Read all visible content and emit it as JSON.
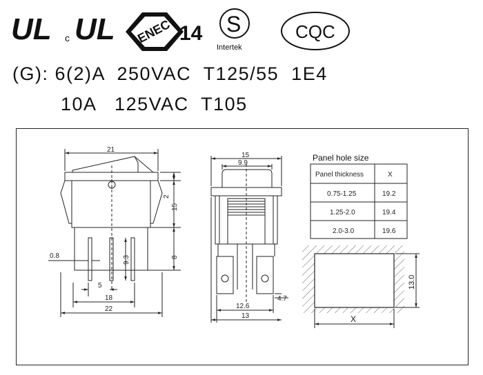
{
  "logos": {
    "ul": "UL",
    "c_mark": "c",
    "cul": "UL",
    "enec_number": "14",
    "enec_letters": "ENEC",
    "intertek_letter": "S",
    "intertek_label": "Intertek",
    "cqc": "CQC"
  },
  "ratings": {
    "line1": "(G): 6(2)A  250VAC  T125/55  1E4",
    "line2": "10A   125VAC  T105"
  },
  "front_view": {
    "dim_width_top": "21",
    "dim_2": "2",
    "dim_15": "15",
    "dim_8": "8",
    "dim_9_3": "9.3",
    "dim_0_8": "0.8",
    "dim_5": "5",
    "dim_18": "18",
    "dim_22": "22"
  },
  "side_view": {
    "dim_15": "15",
    "dim_9_9": "9.9",
    "dim_12_6": "12.6",
    "dim_13": "13",
    "dim_4_7": "4.7"
  },
  "panel_table": {
    "title": "Panel hole size",
    "col1": "Panel  thickness",
    "col2": "X",
    "rows": [
      {
        "thickness": "0.75-1.25",
        "x": "19.2"
      },
      {
        "thickness": "1.25-2.0",
        "x": "19.4"
      },
      {
        "thickness": "2.0-3.0",
        "x": "19.6"
      }
    ]
  },
  "panel_hole": {
    "dim_x": "X",
    "dim_13": "13.0"
  }
}
